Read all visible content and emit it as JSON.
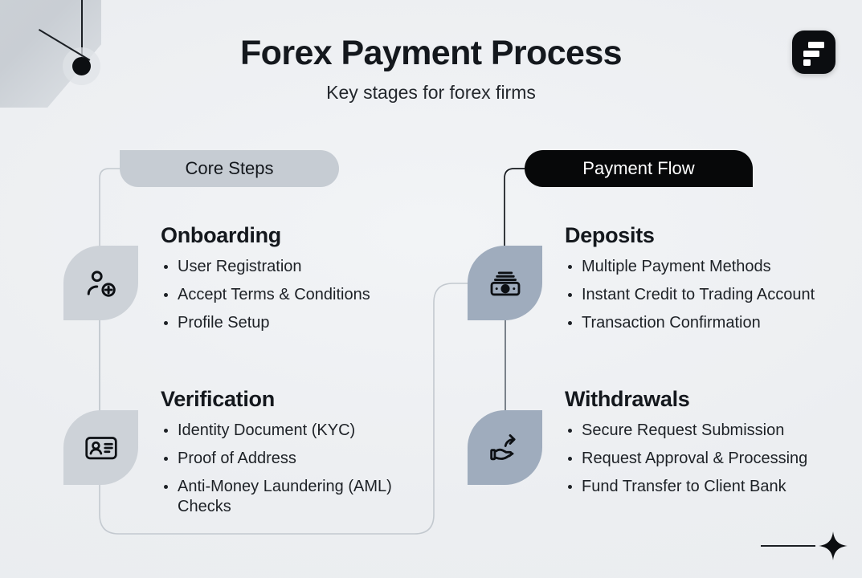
{
  "header": {
    "title": "Forex Payment Process",
    "subtitle": "Key stages for forex firms"
  },
  "logo": {
    "name": "brand-logo-mark"
  },
  "columns": [
    {
      "badge_label": "Core Steps",
      "badge_style": "light",
      "sections": [
        {
          "heading": "Onboarding",
          "icon": "user-plus-icon",
          "items": [
            "User Registration",
            "Accept Terms & Conditions",
            "Profile Setup"
          ]
        },
        {
          "heading": "Verification",
          "icon": "id-card-icon",
          "items": [
            "Identity Document (KYC)",
            "Proof of Address",
            "Anti-Money Laundering (AML) Checks"
          ]
        }
      ]
    },
    {
      "badge_label": "Payment Flow",
      "badge_style": "dark",
      "sections": [
        {
          "heading": "Deposits",
          "icon": "banknotes-icon",
          "items": [
            "Multiple Payment Methods",
            "Instant Credit to Trading Account",
            "Transaction Confirmation"
          ]
        },
        {
          "heading": "Withdrawals",
          "icon": "hand-send-money-icon",
          "items": [
            "Secure Request Submission",
            "Request Approval & Processing",
            "Fund Transfer to Client Bank"
          ]
        }
      ]
    }
  ],
  "decorations": {
    "corner": "corner-node-decoration",
    "sparkle": "sparkle-star-icon"
  },
  "colors": {
    "background": "#eef0f2",
    "badge_light": "#c6ccd3",
    "badge_dark": "#070809",
    "tile_light": "#cdd2d8",
    "tile_dark": "#9facbd",
    "text": "#14181d",
    "wire_light": "#c3c9cf",
    "wire_dark": "#14181d"
  }
}
